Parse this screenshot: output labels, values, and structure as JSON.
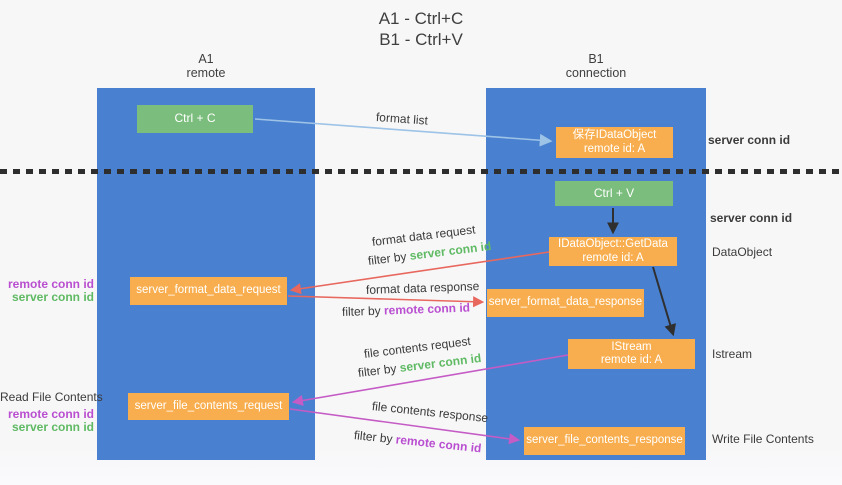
{
  "title": {
    "line1": "A1 - Ctrl+C",
    "line2": "B1 - Ctrl+V"
  },
  "columns": {
    "a": {
      "name": "A1",
      "role": "remote"
    },
    "b": {
      "name": "B1",
      "role": "connection"
    }
  },
  "nodes": {
    "ctrl_c": {
      "label": "Ctrl + C"
    },
    "save_idataobject": {
      "line1": "保存IDataObject",
      "line2": "remote id: A"
    },
    "ctrl_v": {
      "label": "Ctrl + V"
    },
    "getdata": {
      "line1": "IDataObject::GetData",
      "line2": "remote id: A"
    },
    "format_request": {
      "label": "server_format_data_request"
    },
    "format_response": {
      "label": "server_format_data_response"
    },
    "istream": {
      "line1": "IStream",
      "line2": "remote id: A"
    },
    "file_request": {
      "label": "server_file_contents_request"
    },
    "file_response": {
      "label": "server_file_contents_response"
    }
  },
  "edge_labels": {
    "format_list": "format list",
    "format_data_request": "format data request",
    "format_data_request_filter_prefix": "filter by",
    "format_data_request_filter_key": "server conn id",
    "format_data_response": "format data response",
    "format_data_response_filter_prefix": "filter by",
    "format_data_response_filter_key": "remote conn id",
    "file_contents_request": "file contents request",
    "file_contents_request_filter_prefix": "filter by",
    "file_contents_request_filter_key": "server conn id",
    "file_contents_response": "file contents response",
    "file_contents_response_filter_prefix": "filter by",
    "file_contents_response_filter_key": "remote conn id"
  },
  "side_labels": {
    "right_server_conn_top": "server conn id",
    "right_server_conn_mid": "server conn id",
    "right_dataobject": "DataObject",
    "right_istream": "Istream",
    "right_write_file": "Write File Contents",
    "left_remote_conn_1": "remote conn id",
    "left_server_conn_1": "server conn id",
    "left_read_file": "Read File Contents",
    "left_remote_conn_2": "remote conn id",
    "left_server_conn_2": "server conn id"
  },
  "colors": {
    "column_blue": "#4a80d0",
    "box_green": "#7bbd7c",
    "box_orange": "#f8ae4e",
    "arrow_lightblue": "#9dc3e6",
    "arrow_red": "#e8685e",
    "arrow_magenta": "#c55bc5",
    "arrow_black": "#2f2f2f",
    "label_green": "#5fba63",
    "label_purple": "#b94fd0",
    "text_dark": "#3b3b3b"
  }
}
